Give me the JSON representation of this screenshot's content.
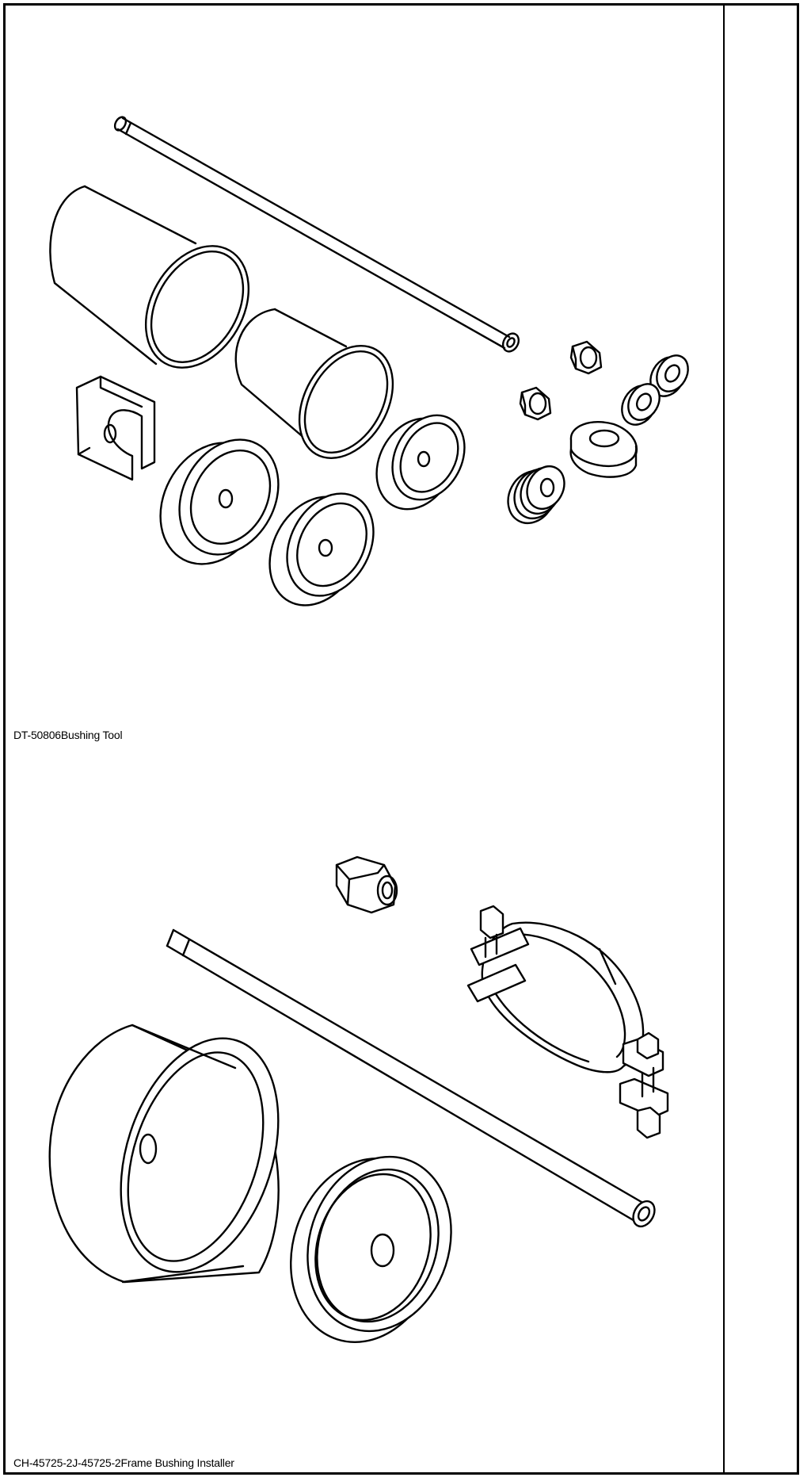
{
  "figures": [
    {
      "caption": "DT-50806Bushing Tool",
      "parts": [
        "threaded-rod",
        "large-receiver-cup",
        "medium-receiver-cup",
        "split-adapter",
        "installer-disc-1",
        "installer-disc-2",
        "installer-disc-3",
        "hex-nut-1",
        "hex-nut-2",
        "washer-1",
        "washer-2",
        "thrust-bearing",
        "threaded-spacer"
      ]
    },
    {
      "caption": "CH-45725-2J-45725-2Frame Bushing Installer",
      "parts": [
        "hex-nut",
        "threaded-rod",
        "frame-clamp",
        "receiver-cup",
        "installer-disc"
      ]
    }
  ]
}
